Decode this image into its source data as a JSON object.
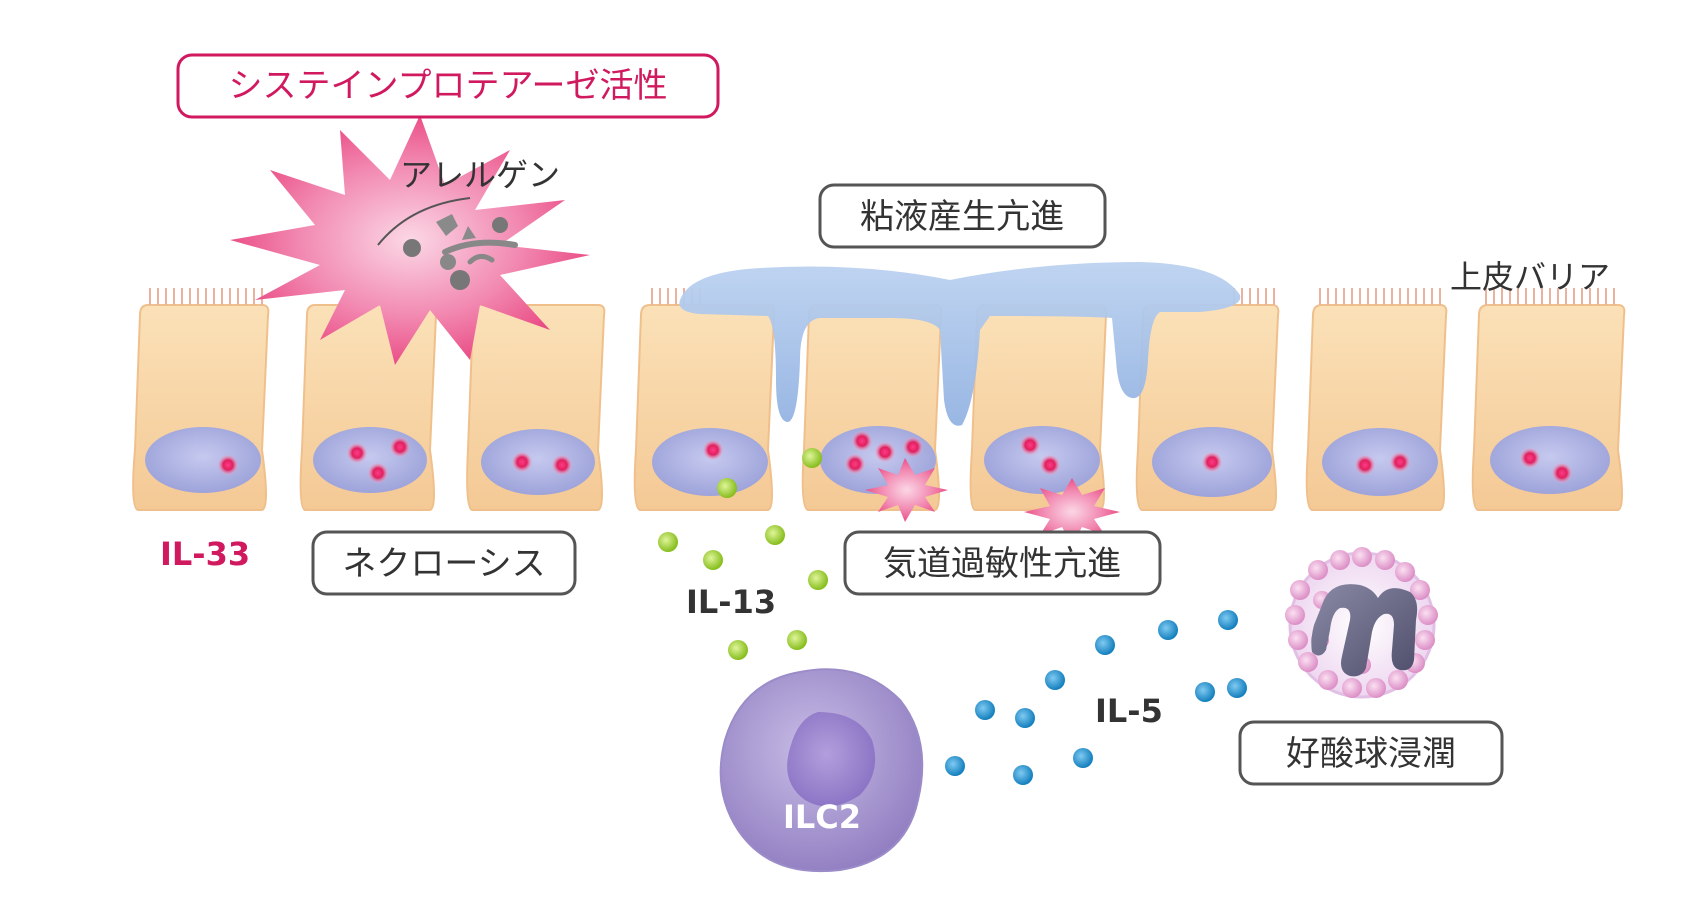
{
  "labels": {
    "cysteine_protease": "システインプロテアーゼ活性",
    "allergen": "アレルゲン",
    "mucus": "粘液産生亢進",
    "epithelial_barrier": "上皮バリア",
    "il33": "IL-33",
    "necrosis": "ネクローシス",
    "il13": "IL-13",
    "airway_hyper": "気道過敏性亢進",
    "il5": "IL-5",
    "ilc2": "ILC2",
    "eosinophil": "好酸球浸潤"
  },
  "colors": {
    "pink": "#e8407c",
    "pink_text": "#d0195f",
    "cell_fill": "#f9d9a8",
    "nucleus": "#b3b8e6",
    "mucus": "#a9c4ea",
    "green": "#9ccf2a",
    "blue": "#1f94cf",
    "ilc2": "#ac9bd0",
    "box_stroke": "#555555",
    "text": "#333333"
  },
  "icons": [
    "allergen-burst-icon",
    "damage-burst-icon",
    "ilc2-cell-icon",
    "eosinophil-cell-icon"
  ]
}
